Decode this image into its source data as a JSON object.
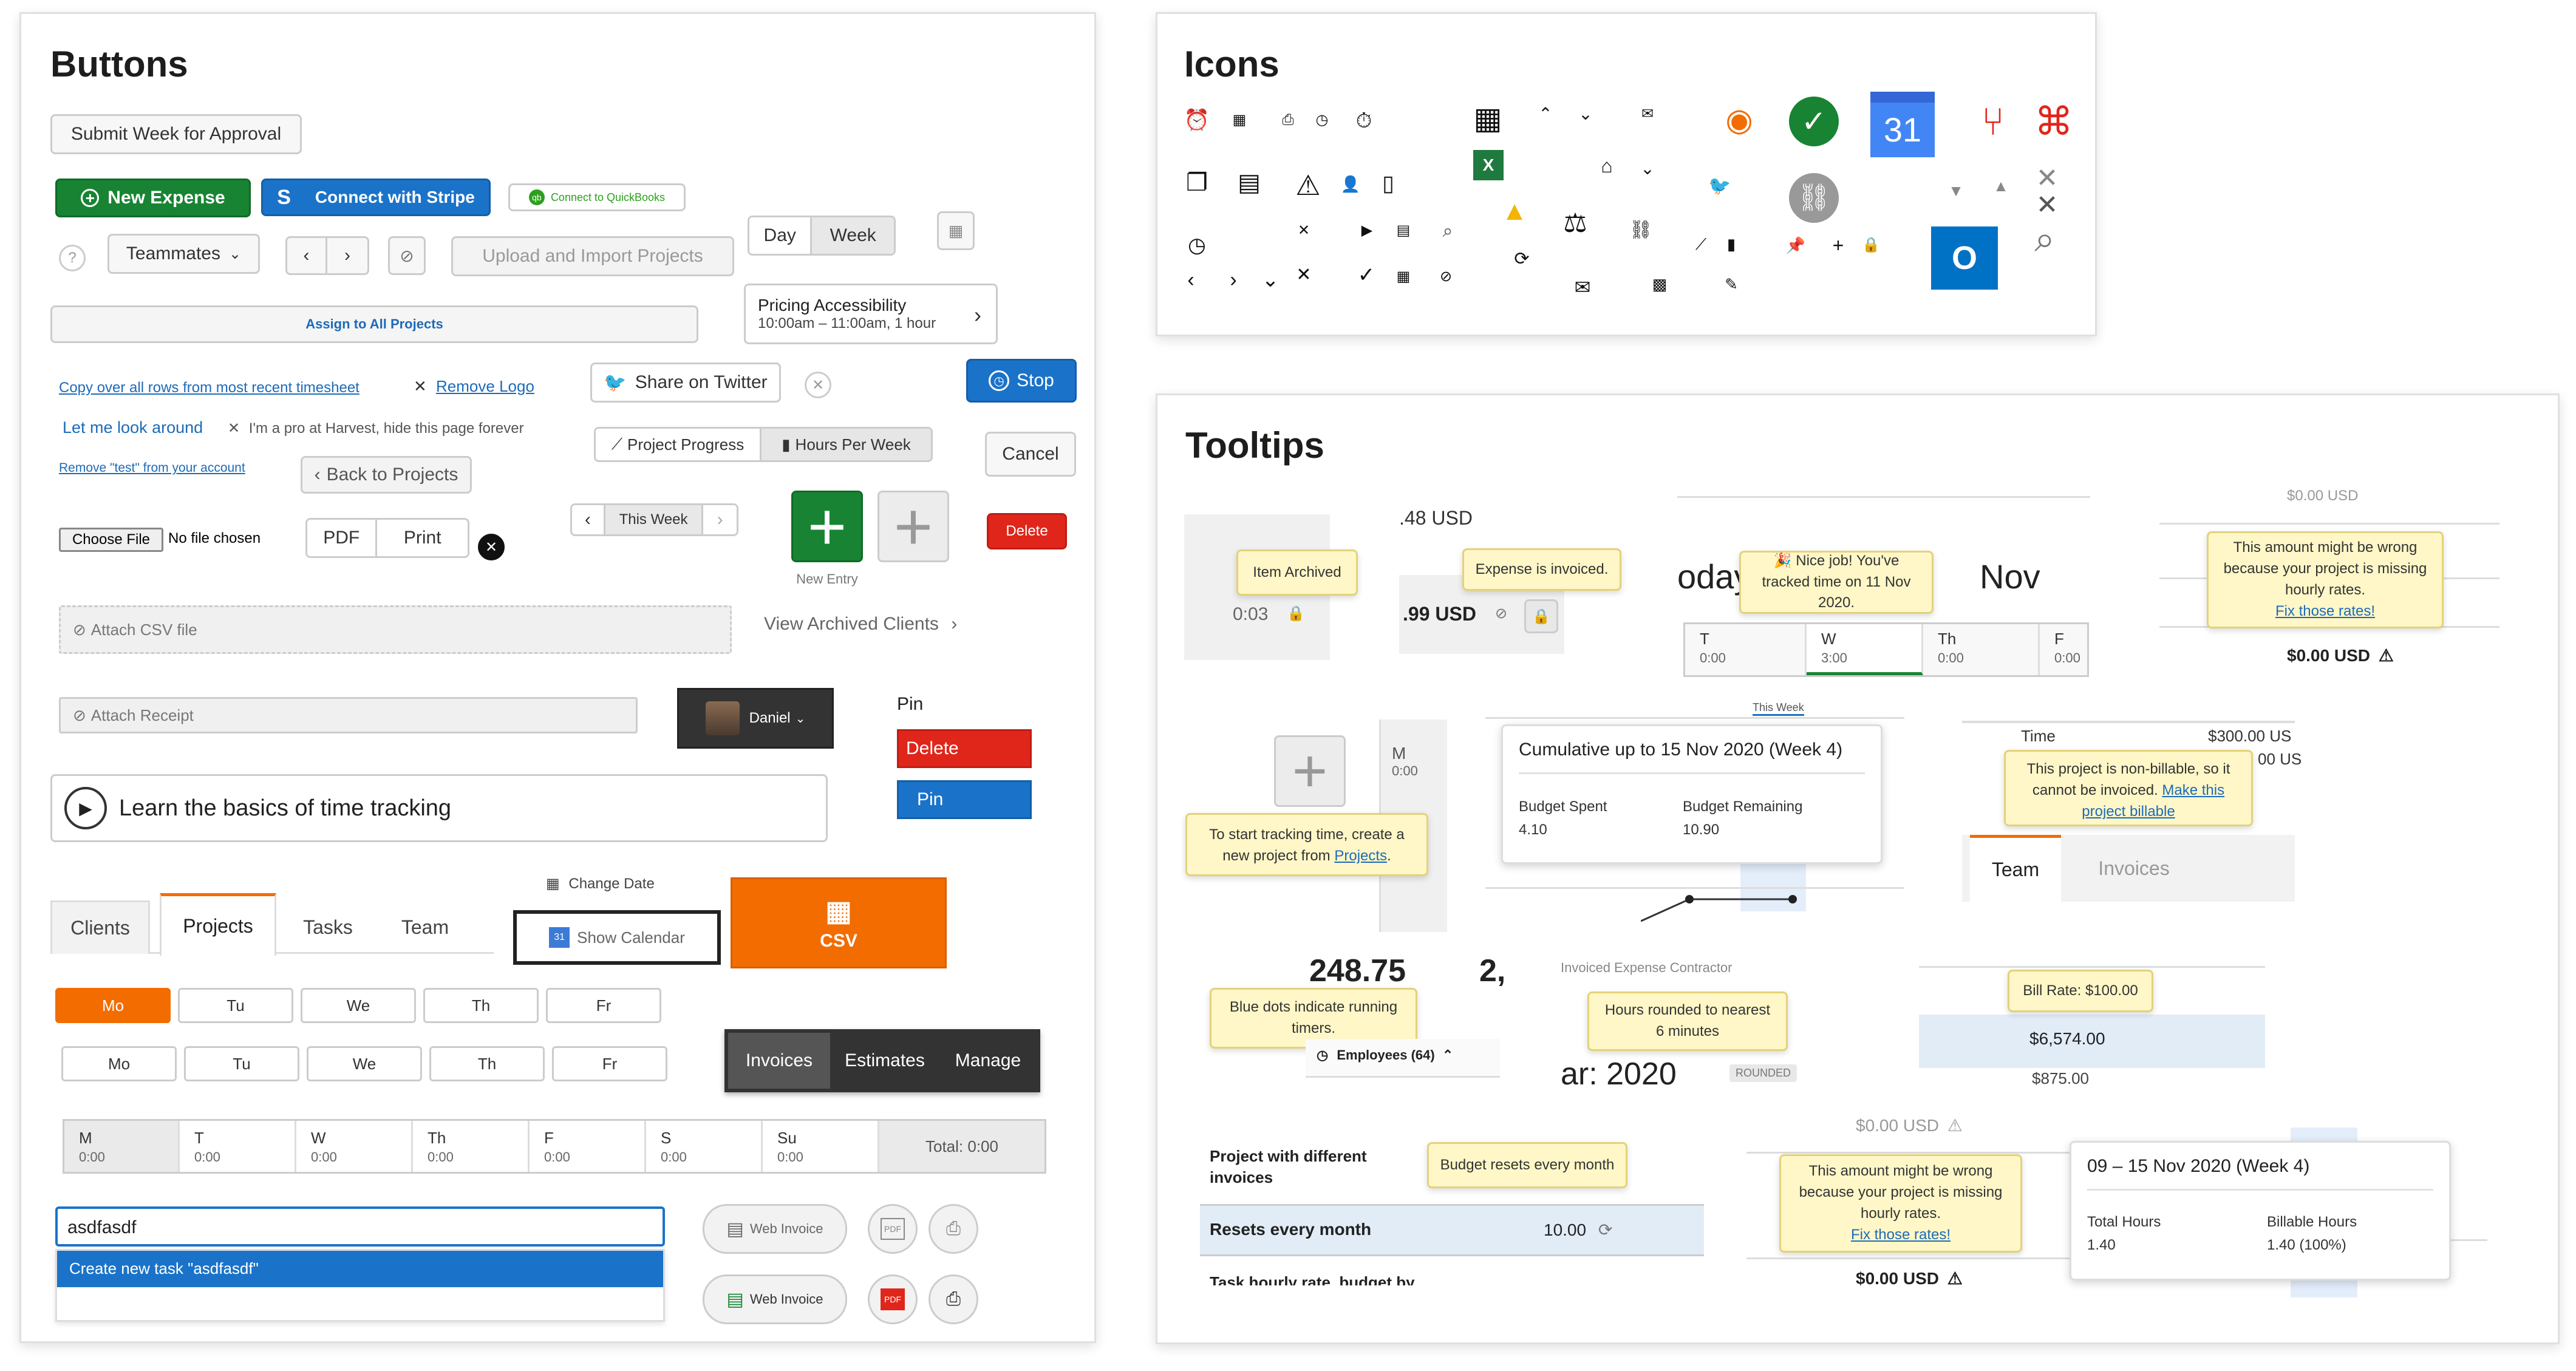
{
  "buttons": {
    "title": "Buttons",
    "submit_week": "Submit Week for Approval",
    "new_expense": "New Expense",
    "connect_stripe": "Connect with Stripe",
    "stripe_letter": "S",
    "connect_quickbooks": "Connect to QuickBooks",
    "quickbooks_letter": "qb",
    "help": "?",
    "teammates": "Teammates",
    "upload_import": "Upload and Import Projects",
    "day": "Day",
    "week": "Week",
    "assign_all": "Assign to All Projects",
    "pricing_title": "Pricing Accessibility",
    "pricing_time": "10:00am – 11:00am, 1 hour",
    "copy_rows": "Copy over all rows from most recent timesheet",
    "remove_logo": "Remove Logo",
    "share_twitter": "Share on Twitter",
    "stop": "Stop",
    "let_me_look": "Let me look around",
    "pro_hide": "I'm a pro at Harvest, hide this page forever",
    "project_progress": "Project Progress",
    "hours_per_week": "Hours Per Week",
    "cancel": "Cancel",
    "remove_test": "Remove \"test\" from your account",
    "back_projects": "Back to Projects",
    "this_week": "This Week",
    "delete_small": "Delete",
    "choose_file": "Choose File",
    "no_file": "No file chosen",
    "pdf": "PDF",
    "print": "Print",
    "new_entry": "New Entry",
    "attach_csv": "Attach CSV file",
    "view_archived": "View Archived Clients",
    "attach_receipt": "Attach Receipt",
    "daniel": "Daniel",
    "pin_label": "Pin",
    "delete": "Delete",
    "pin": "Pin",
    "learn_basics": "Learn the basics of time tracking",
    "change_date": "Change Date",
    "show_calendar": "Show Calendar",
    "calendar_num": "31",
    "csv": "CSV",
    "tabs": [
      "Clients",
      "Projects",
      "Tasks",
      "Team"
    ],
    "days_row1": [
      "Mo",
      "Tu",
      "We",
      "Th",
      "Fr"
    ],
    "days_row2": [
      "Mo",
      "Tu",
      "We",
      "Th",
      "Fr"
    ],
    "invoices": "Invoices",
    "estimates": "Estimates",
    "manage": "Manage",
    "week_days": [
      {
        "d": "M",
        "t": "0:00"
      },
      {
        "d": "T",
        "t": "0:00"
      },
      {
        "d": "W",
        "t": "0:00"
      },
      {
        "d": "Th",
        "t": "0:00"
      },
      {
        "d": "F",
        "t": "0:00"
      },
      {
        "d": "S",
        "t": "0:00"
      },
      {
        "d": "Su",
        "t": "0:00"
      }
    ],
    "total": "Total: 0:00",
    "task_input": "asdfasdf",
    "create_task": "Create new task \"asdfasdf\"",
    "web_invoice": "Web Invoice",
    "web_invoice2": "Web Invoice",
    "pdf_label": "PDF"
  },
  "icons": {
    "title": "Icons",
    "calendar_num": "31",
    "outlook_letter": "O"
  },
  "tooltips": {
    "title": "Tooltips",
    "usd_48": ".48 USD",
    "usd_99": ".99 USD",
    "item_archived": "Item Archived",
    "time_003": "0:03",
    "expense_invoiced": "Expense is invoiced.",
    "today_frag": "oday",
    "nov_frag": "Nov",
    "nice_job": "🎉 Nice job! You've tracked time on 11 Nov 2020.",
    "week_cols": [
      {
        "d": "T",
        "t": "0:00"
      },
      {
        "d": "W",
        "t": "3:00"
      },
      {
        "d": "Th",
        "t": "0:00"
      },
      {
        "d": "F",
        "t": "0:00"
      }
    ],
    "usd_zero_top": "$0.00 USD",
    "wrong_rates": "This amount might be wrong because your project is missing hourly rates.",
    "fix_rates": "Fix those rates!",
    "usd_zero": "$0.00 USD",
    "mini_m": "M",
    "mini_t": "0:00",
    "start_tracking": "To start tracking time, create a new project from",
    "projects_link": "Projects",
    "this_week_tab": "This Week",
    "cumulative_title": "Cumulative up to 15 Nov 2020 (Week 4)",
    "budget_spent_label": "Budget Spent",
    "budget_spent": "4.10",
    "budget_remaining_label": "Budget Remaining",
    "budget_remaining": "10.90",
    "time_label": "Time",
    "time_val": "$300.00 US",
    "time_val2": "00 US",
    "non_billable": "This project is non-billable, so it cannot be invoiced.",
    "make_billable": "Make this project billable",
    "team_tab": "Team",
    "invoices_tab": "Invoices",
    "n24875": "248.75",
    "n2": "2,",
    "blue_dots": "Blue dots indicate running timers.",
    "employees": "Employees (64)",
    "hours_rounded": "Hours rounded to nearest 6 minutes",
    "year_frag": "ar: 2020",
    "rounded": "ROUNDED",
    "header_frag": "Invoiced     Expense     Contractor",
    "bill_rate": "Bill Rate: $100.00",
    "amount_6574": "$6,574.00",
    "amount_875": "$875.00",
    "project_diff": "Project with different invoices",
    "budget_resets": "Budget resets every month",
    "resets_monthly": "Resets every month",
    "resets_val": "10.00",
    "task_hourly": "Task hourly rate, budget by",
    "usd_zero2": "$0.00 USD",
    "wrong_rates2": "This amount might be wrong because your project is missing hourly rates.",
    "fix_rates2": "Fix those rates!",
    "usd_zero3": "$0.00 USD",
    "week4_title": "09 – 15 Nov 2020 (Week 4)",
    "total_hours_label": "Total Hours",
    "total_hours": "1.40",
    "billable_hours_label": "Billable Hours",
    "billable_hours": "1.40 (100%)"
  },
  "colors": {
    "green": "#188433",
    "blue": "#1a73c9",
    "red": "#e0261b",
    "orange": "#f36c00",
    "link": "#1d6bb8",
    "tooltip_bg": "#fff7c7"
  }
}
